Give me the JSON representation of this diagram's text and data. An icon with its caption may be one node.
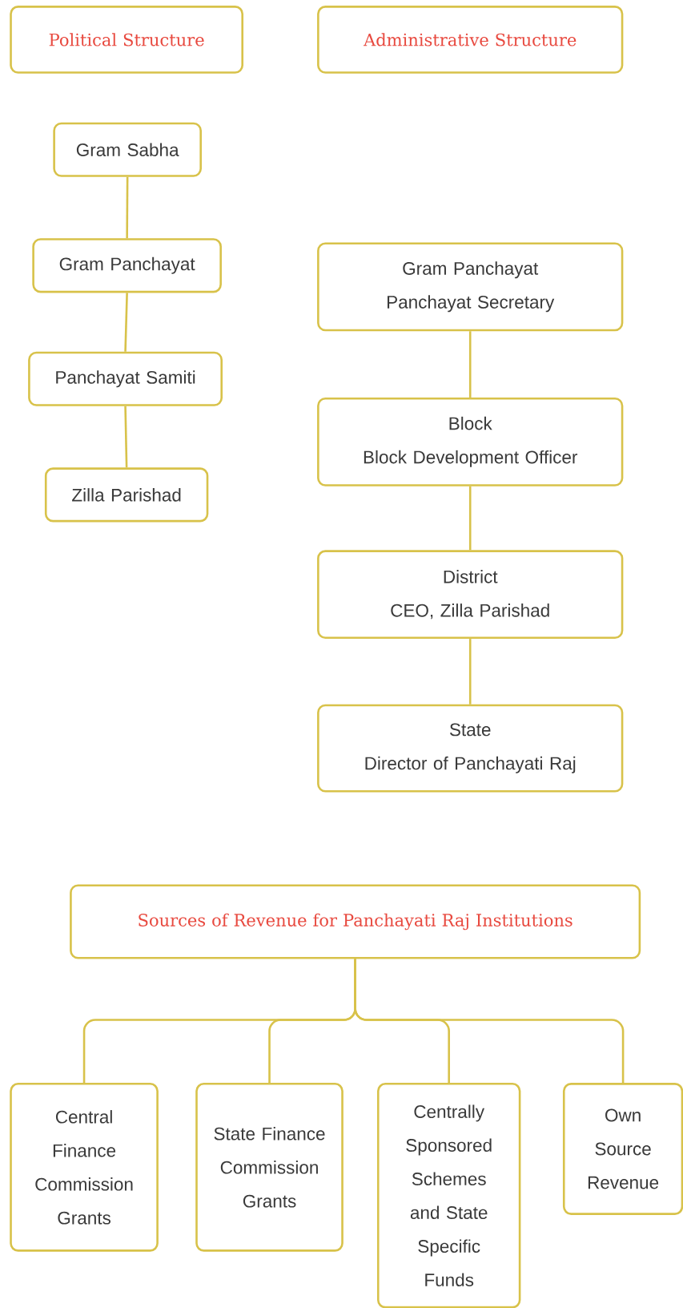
{
  "diagram": {
    "nodes": [
      {
        "text": [
          "Political Structure"
        ]
      },
      {
        "text": [
          "Administrative Structure"
        ]
      },
      {
        "text": [
          "Gram Sabha"
        ]
      },
      {
        "text": [
          "Gram Panchayat"
        ]
      },
      {
        "text": [
          "Panchayat Samiti"
        ]
      },
      {
        "text": [
          "Zilla Parishad"
        ]
      },
      {
        "text": [
          "Gram Panchayat",
          "Panchayat Secretary"
        ]
      },
      {
        "text": [
          "Block",
          "Block Development Officer"
        ]
      },
      {
        "text": [
          "District",
          "CEO, Zilla Parishad"
        ]
      },
      {
        "text": [
          "State",
          "Director of Panchayati Raj"
        ]
      },
      {
        "text": [
          "Sources of Revenue for Panchayati Raj Institutions"
        ]
      },
      {
        "text": [
          "Central Finance Commission Grants"
        ]
      },
      {
        "text": [
          "State Finance Commission Grants"
        ]
      },
      {
        "text": [
          "Centrally Sponsored Schemes and State Specific Funds"
        ]
      },
      {
        "text": [
          "Own Source Revenue"
        ]
      }
    ],
    "edges": [
      {
        "from": 2,
        "to": 3,
        "arrow": "none"
      },
      {
        "from": 3,
        "to": 4,
        "arrow": "none"
      },
      {
        "from": 4,
        "to": 5,
        "arrow": "none"
      },
      {
        "from": 6,
        "to": 7,
        "arrow": "none"
      },
      {
        "from": 7,
        "to": 8,
        "arrow": "none"
      },
      {
        "from": 8,
        "to": 9,
        "arrow": "none"
      },
      {
        "from": 10,
        "to": 11,
        "arrow": "none"
      },
      {
        "from": 10,
        "to": 12,
        "arrow": "none"
      },
      {
        "from": 10,
        "to": 13,
        "arrow": "none"
      },
      {
        "from": 10,
        "to": 14,
        "arrow": "none"
      }
    ]
  }
}
